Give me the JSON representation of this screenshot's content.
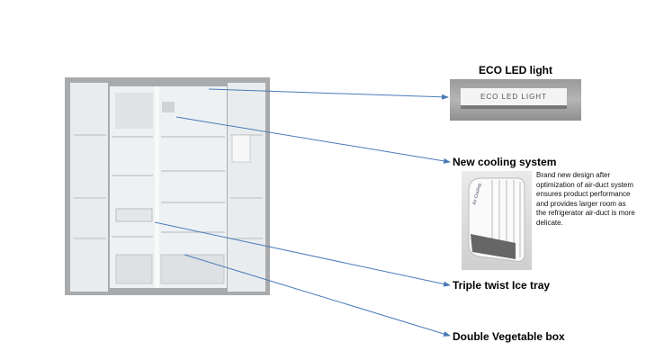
{
  "features": [
    {
      "label": "ECO LED light",
      "image_text": "ECO LED LIGHT"
    },
    {
      "label": "New cooling system",
      "image_text": "Air Cooling",
      "description": "Brand new design after optimization of air-duct system ensures product performance and provides larger room as the refrigerator air-duct is more delicate."
    },
    {
      "label": "Triple twist Ice tray"
    },
    {
      "label": "Double Vegetable box"
    }
  ],
  "colors": {
    "arrow": "#4a7ab8",
    "steel": "#a9aaab",
    "interior": "#eef1f3"
  }
}
